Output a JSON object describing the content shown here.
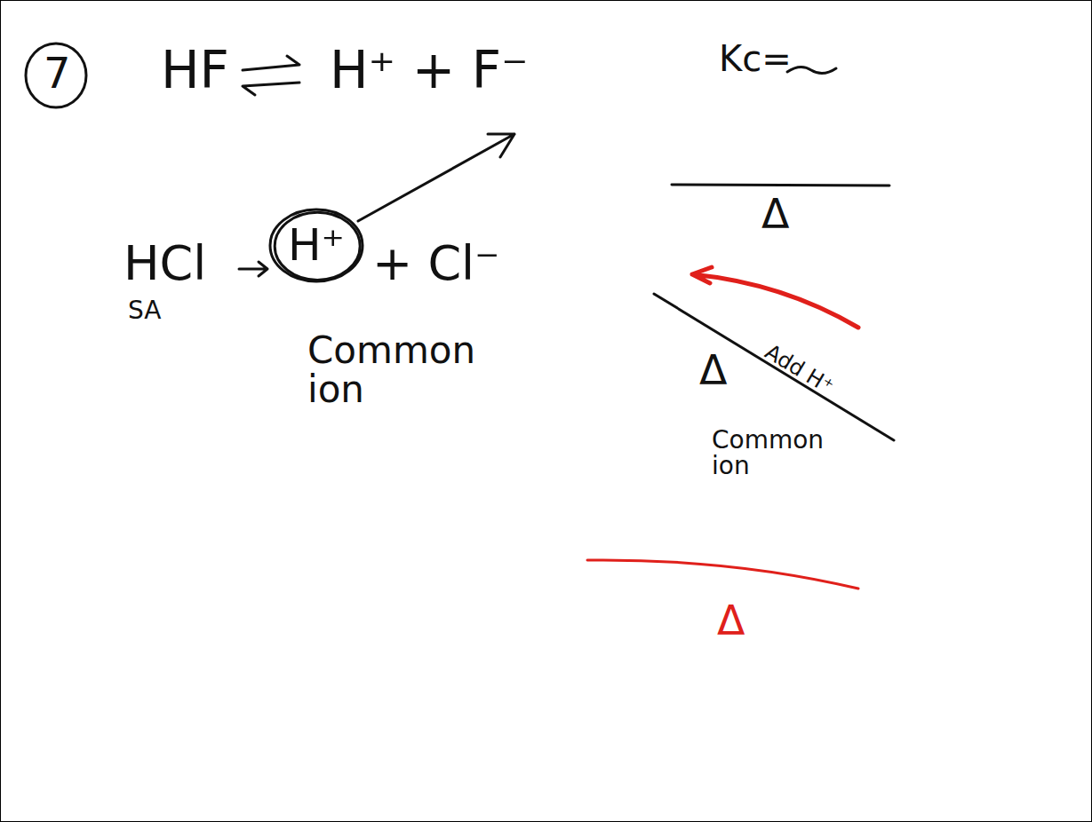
{
  "diagram": {
    "nodes": [
      {
        "text": [
          "H⁺"
        ]
      }
    ],
    "labels": [
      "7",
      "HF",
      "H⁺ + F⁻",
      "Kc=",
      "Δ",
      "HCl",
      "SA",
      "+ Cl⁻",
      "Common ion",
      "Δ",
      "Add H⁺",
      "Common ion",
      "Δ"
    ]
  }
}
